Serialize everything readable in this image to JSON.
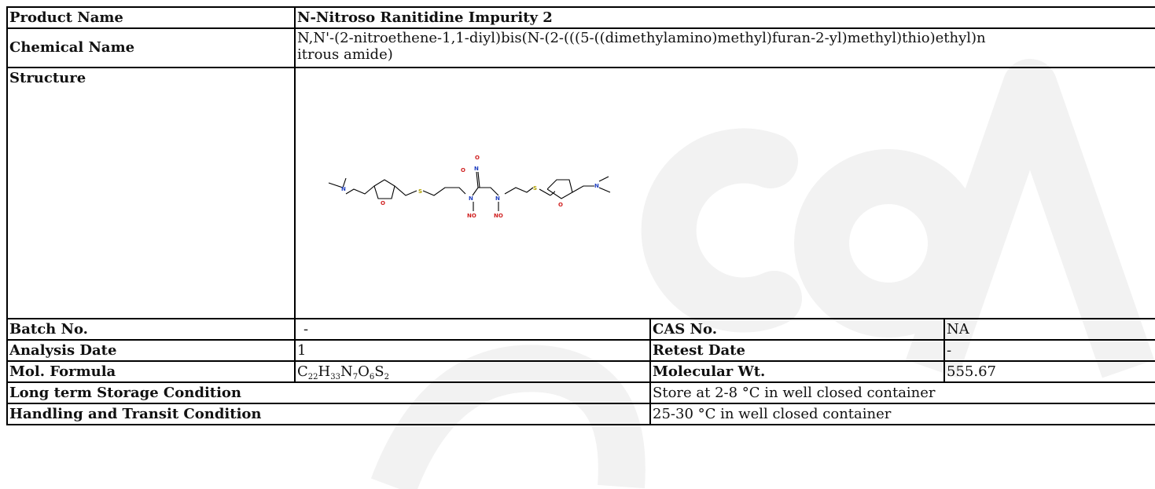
{
  "rows": {
    "product_name": {
      "label": "Product Name",
      "value": "N-Nitroso Ranitidine Impurity 2"
    },
    "chemical_name": {
      "label": "Chemical Name",
      "value": "N,N'-(2-nitroethene-1,1-diyl)bis(N-(2-(((5-((dimethylamino)methyl)furan-2-yl)methyl)thio)ethyl)nitrous amide)"
    },
    "structure": {
      "label": "Structure"
    },
    "batch_no": {
      "label": "Batch No.",
      "value": "-"
    },
    "cas_no": {
      "label": "CAS No.",
      "value": "NA"
    },
    "analysis_date": {
      "label": "Analysis Date",
      "value": "1"
    },
    "retest_date": {
      "label": "Retest Date",
      "value": "-"
    },
    "mol_formula": {
      "label": "Mol. Formula",
      "parts": [
        "C",
        "22",
        "H",
        "33",
        "N",
        "7",
        "O",
        "6",
        "S",
        "2"
      ]
    },
    "molecular_wt": {
      "label": "Molecular Wt.",
      "value": "555.67"
    },
    "storage": {
      "label": "Long term Storage Condition",
      "value": "Store at 2-8 °C in well closed container"
    },
    "handling": {
      "label": "Handling and Transit Condition",
      "value": "25-30 °C in well closed container"
    }
  },
  "structure_atoms": [
    "N",
    "O",
    "S",
    "O",
    "N",
    "O",
    "N",
    "NO",
    "N",
    "NO",
    "S",
    "O",
    "N"
  ],
  "watermark": {
    "color": "#f3f3f3"
  }
}
